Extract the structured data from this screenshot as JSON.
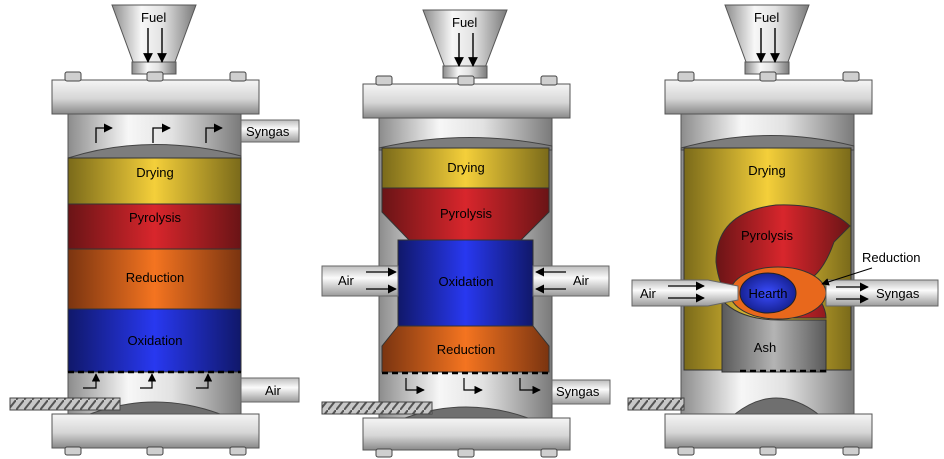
{
  "labels": {
    "fuel": "Fuel",
    "syngas": "Syngas",
    "air": "Air",
    "drying": "Drying",
    "pyrolysis": "Pyrolysis",
    "reduction": "Reduction",
    "oxidation": "Oxidation",
    "hearth": "Hearth",
    "ash": "Ash"
  },
  "colors": {
    "steel_light": "#f2f2f2",
    "steel_dark": "#7a7a7a",
    "drying": "#e8c23a",
    "pyrolysis": "#c8242a",
    "reduction": "#ee6a1c",
    "oxidation": "#2030e0",
    "ash": "#9a9a9a",
    "bed": "#8a8a8a"
  }
}
